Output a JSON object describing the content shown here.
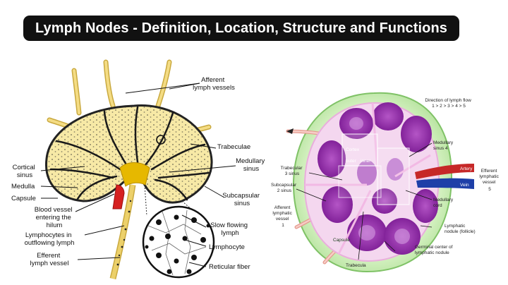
{
  "title": "Lymph Nodes - Definition, Location, Structure and Functions",
  "left_diagram": {
    "labels": {
      "afferent": [
        "Afferent",
        "lymph vessels"
      ],
      "trabeculae": "Trabeculae",
      "medullary_sinus": [
        "Medullary",
        "sinus"
      ],
      "cortical_sinus": [
        "Cortical",
        "sinus"
      ],
      "medulla": "Medulla",
      "capsule": "Capsule",
      "subcapsular_sinus": [
        "Subcapsular",
        "sinus"
      ],
      "blood_vessel": [
        "Blood vessel",
        "entering the",
        "hilum"
      ],
      "slow_flowing": [
        "Slow flowing",
        "lymph"
      ],
      "lymphocytes_outflow": [
        "Lymphocytes in",
        "outflowing lymph"
      ],
      "lymphocyte": "Lymphocyte",
      "efferent": [
        "Efferent",
        "lymph vessel"
      ],
      "reticular": "Reticular fiber"
    }
  },
  "right_diagram": {
    "labels": {
      "direction": [
        "Direction of lymph flow",
        "1 > 2 > 3 > 4 > 5"
      ],
      "medullary_sinus": [
        "Medullary",
        "sinus 4"
      ],
      "cortex": "Cortex",
      "outer": "outer",
      "inner": "inner",
      "trabecular_sinus": [
        "Trabecular",
        "3  sinus"
      ],
      "artery": "Artery",
      "vein": "Vein",
      "efferent_vessel": [
        "Efferent",
        "lymphatic",
        "vessel",
        "5"
      ],
      "subcapsular_sinus": [
        "Subcapsular",
        "2  sinus"
      ],
      "medullary_cord": [
        "Medullary",
        "cord"
      ],
      "afferent_vessel": [
        "Afferent",
        "lymphatic",
        "vessel",
        "1"
      ],
      "lymphatic_nodule": [
        "Lymphatic",
        "nodule (follicle)"
      ],
      "capsule": "Capsule",
      "germinal_center": [
        "Germinal center of",
        "lymphatic nodule"
      ],
      "trabecula": "Trabecula"
    }
  },
  "colors": {
    "title_bg": "#111111",
    "node_fill": "#f7e9a6",
    "vessel": "#e8cd6a",
    "hilum": "#e6b800",
    "blood": "#d62020",
    "capsule_green": "#bfe7a7",
    "nodule_purple": "#8b2fa0",
    "artery": "#c62828",
    "vein": "#1e3fa8"
  }
}
